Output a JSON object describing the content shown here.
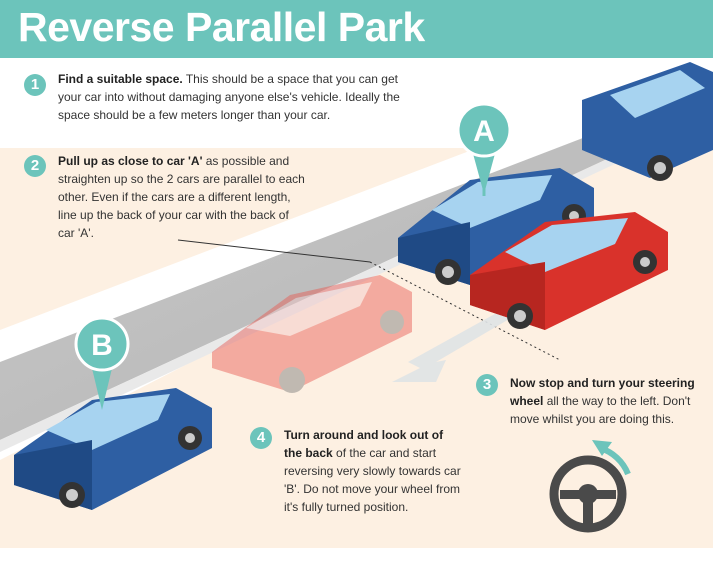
{
  "title": "Reverse Parallel Park",
  "steps": [
    {
      "num": "1",
      "bold": "Find a suitable space.",
      "text": " This should be a space that you can get your car into without damaging anyone else's vehicle. Ideally the space should be a few meters longer than your car."
    },
    {
      "num": "2",
      "bold": "Pull up as close to car 'A'",
      "text": " as possible and straighten up so the 2 cars are parallel to each other. Even if the cars are a different length, line up the back of your car with the back of car 'A'."
    },
    {
      "num": "3",
      "bold": "Now stop and turn your steering wheel",
      "text": " all the way to the left. Don't move whilst you are doing this."
    },
    {
      "num": "4",
      "bold": "Turn around and look out of the back",
      "text": " of the car and start reversing very slowly towards car 'B'. Do not move your wheel from it's fully turned position."
    }
  ],
  "pins": {
    "a": "A",
    "b": "B"
  },
  "colors": {
    "teal": "#6cc4bb",
    "blue_car": "#2e5fa3",
    "red_car": "#d9322b",
    "curb": "#b9b9b9",
    "background": "#fdf0e2"
  },
  "icons": [
    "steering-wheel-icon",
    "turn-arrow-icon",
    "reverse-arrow-icon"
  ]
}
